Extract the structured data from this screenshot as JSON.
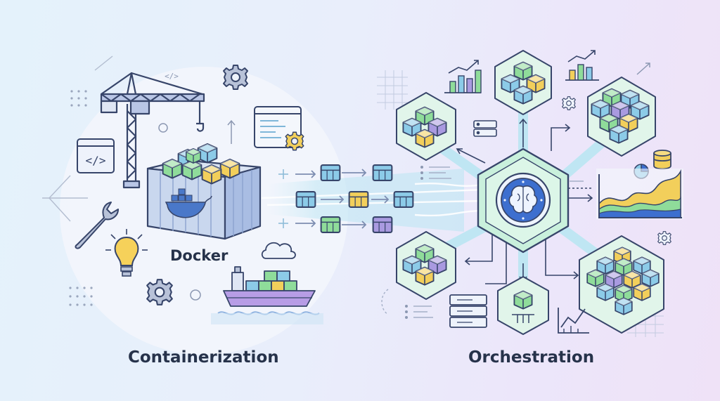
{
  "labels": {
    "docker": "Docker",
    "containerization": "Containerization",
    "orchestration": "Orchestration"
  },
  "icons": {
    "left_side": [
      "crane-icon",
      "code-window-icon",
      "gear-icon",
      "wrench-icon",
      "lightbulb-icon",
      "cloud-icon",
      "cargo-ship-icon",
      "shipping-container-icon",
      "whale-icon"
    ],
    "right_side": [
      "brain-chip-icon",
      "bar-chart-icon",
      "server-icon",
      "database-icon",
      "pie-chart-icon",
      "area-chart-icon",
      "line-chart-icon",
      "gear-icon"
    ]
  },
  "colors": {
    "outline": "#37456a",
    "cube_blue": "#8ccbe8",
    "cube_green": "#8fdc9a",
    "cube_yellow": "#f2cf5b",
    "cube_purple": "#a99ae0",
    "hub_fill": "#d8f4e7",
    "hub_core": "#3d6fcf",
    "flow": "#bfe6f3"
  }
}
